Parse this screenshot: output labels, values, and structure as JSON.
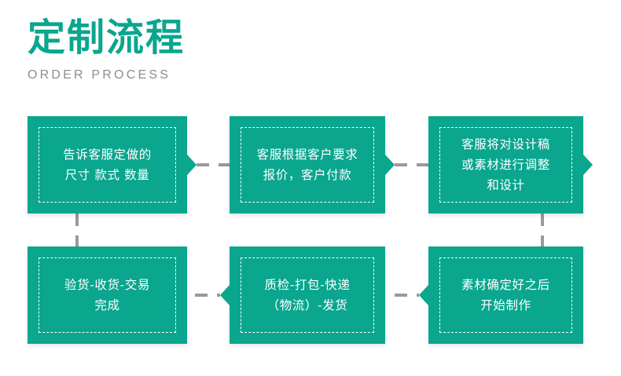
{
  "header": {
    "title": "定制流程",
    "subtitle": "ORDER PROCESS"
  },
  "colors": {
    "brand_teal": "#0aa68e",
    "subtitle_gray": "#8d8d8d",
    "connector_gray": "#9a9a9a",
    "background": "#ffffff",
    "node_text": "#ffffff"
  },
  "flow": {
    "steps": [
      {
        "index": 1,
        "name": "step-tell-service-specs",
        "text": "告诉客服定做的\n尺寸 款式 数量",
        "arrow": "right"
      },
      {
        "index": 2,
        "name": "step-quote-and-payment",
        "text": "客服根据客户要求\n报价，客户付款",
        "arrow": "right"
      },
      {
        "index": 3,
        "name": "step-design-adjustment",
        "text": "客服将对设计稿\n或素材进行调整\n和设计",
        "arrow": "right"
      },
      {
        "index": 4,
        "name": "step-inspect-receive-complete",
        "text": "验货-收货-交易\n完成",
        "arrow": "none"
      },
      {
        "index": 5,
        "name": "step-qc-pack-ship",
        "text": "质检-打包-快递\n（物流）-发货",
        "arrow": "left"
      },
      {
        "index": 6,
        "name": "step-start-production",
        "text": "素材确定好之后\n开始制作",
        "arrow": "left"
      }
    ],
    "connectors": [
      {
        "name": "connector-step1-to-step2",
        "orientation": "horizontal"
      },
      {
        "name": "connector-step2-to-step3",
        "orientation": "horizontal"
      },
      {
        "name": "connector-step3-to-step6",
        "orientation": "vertical"
      },
      {
        "name": "connector-step6-to-step5",
        "orientation": "horizontal"
      },
      {
        "name": "connector-step5-to-step4",
        "orientation": "horizontal"
      },
      {
        "name": "connector-step4-to-step1",
        "orientation": "vertical"
      }
    ]
  }
}
